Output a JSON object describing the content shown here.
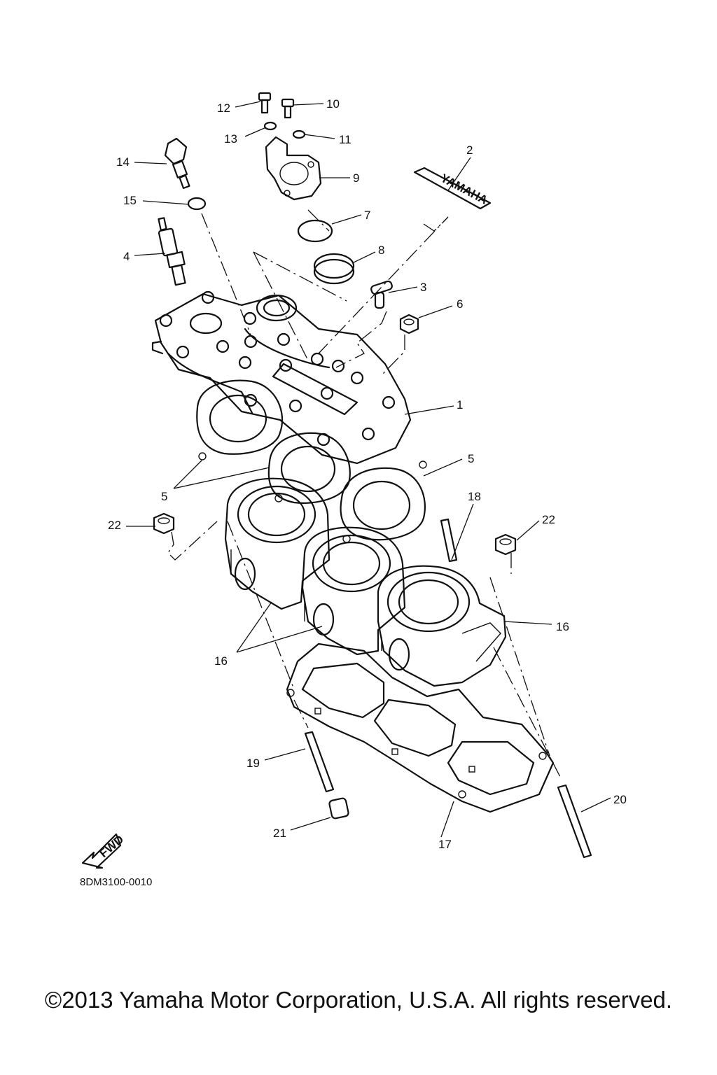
{
  "diagram": {
    "callouts": [
      {
        "label": "12"
      },
      {
        "label": "10"
      },
      {
        "label": "13"
      },
      {
        "label": "11"
      },
      {
        "label": "14"
      },
      {
        "label": "2"
      },
      {
        "label": "9"
      },
      {
        "label": "15"
      },
      {
        "label": "7"
      },
      {
        "label": "4"
      },
      {
        "label": "8"
      },
      {
        "label": "3"
      },
      {
        "label": "6"
      },
      {
        "label": "1"
      },
      {
        "label": "5"
      },
      {
        "label": "5"
      },
      {
        "label": "18"
      },
      {
        "label": "22"
      },
      {
        "label": "22"
      },
      {
        "label": "16"
      },
      {
        "label": "16"
      },
      {
        "label": "19"
      },
      {
        "label": "20"
      },
      {
        "label": "21"
      },
      {
        "label": "17"
      }
    ],
    "decal_text": "YAMAHA",
    "fwd_text": "FWD",
    "drawing_code": "8DM3100-0010"
  },
  "footer": {
    "copyright": "©2013 Yamaha Motor Corporation, U.S.A. All rights reserved."
  }
}
